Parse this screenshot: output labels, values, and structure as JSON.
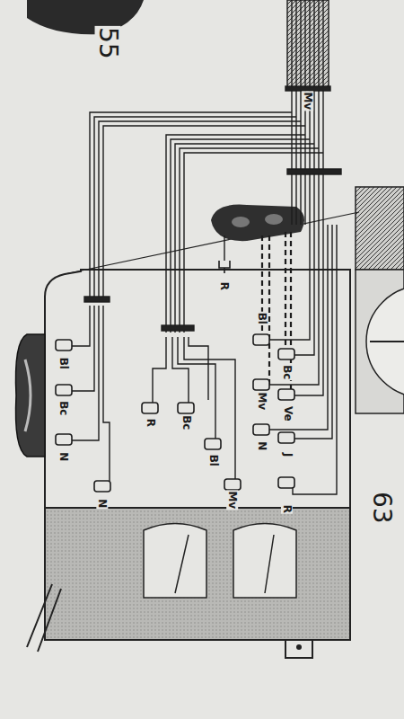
{
  "diagram": {
    "labels": [
      "55",
      "63",
      "Bl",
      "Bc",
      "N",
      "R",
      "R",
      "Bc",
      "Bl",
      "N",
      "Mv",
      "Bl",
      "Bc",
      "Mv",
      "Ve",
      "N",
      "J",
      "R",
      "Mv"
    ]
  }
}
